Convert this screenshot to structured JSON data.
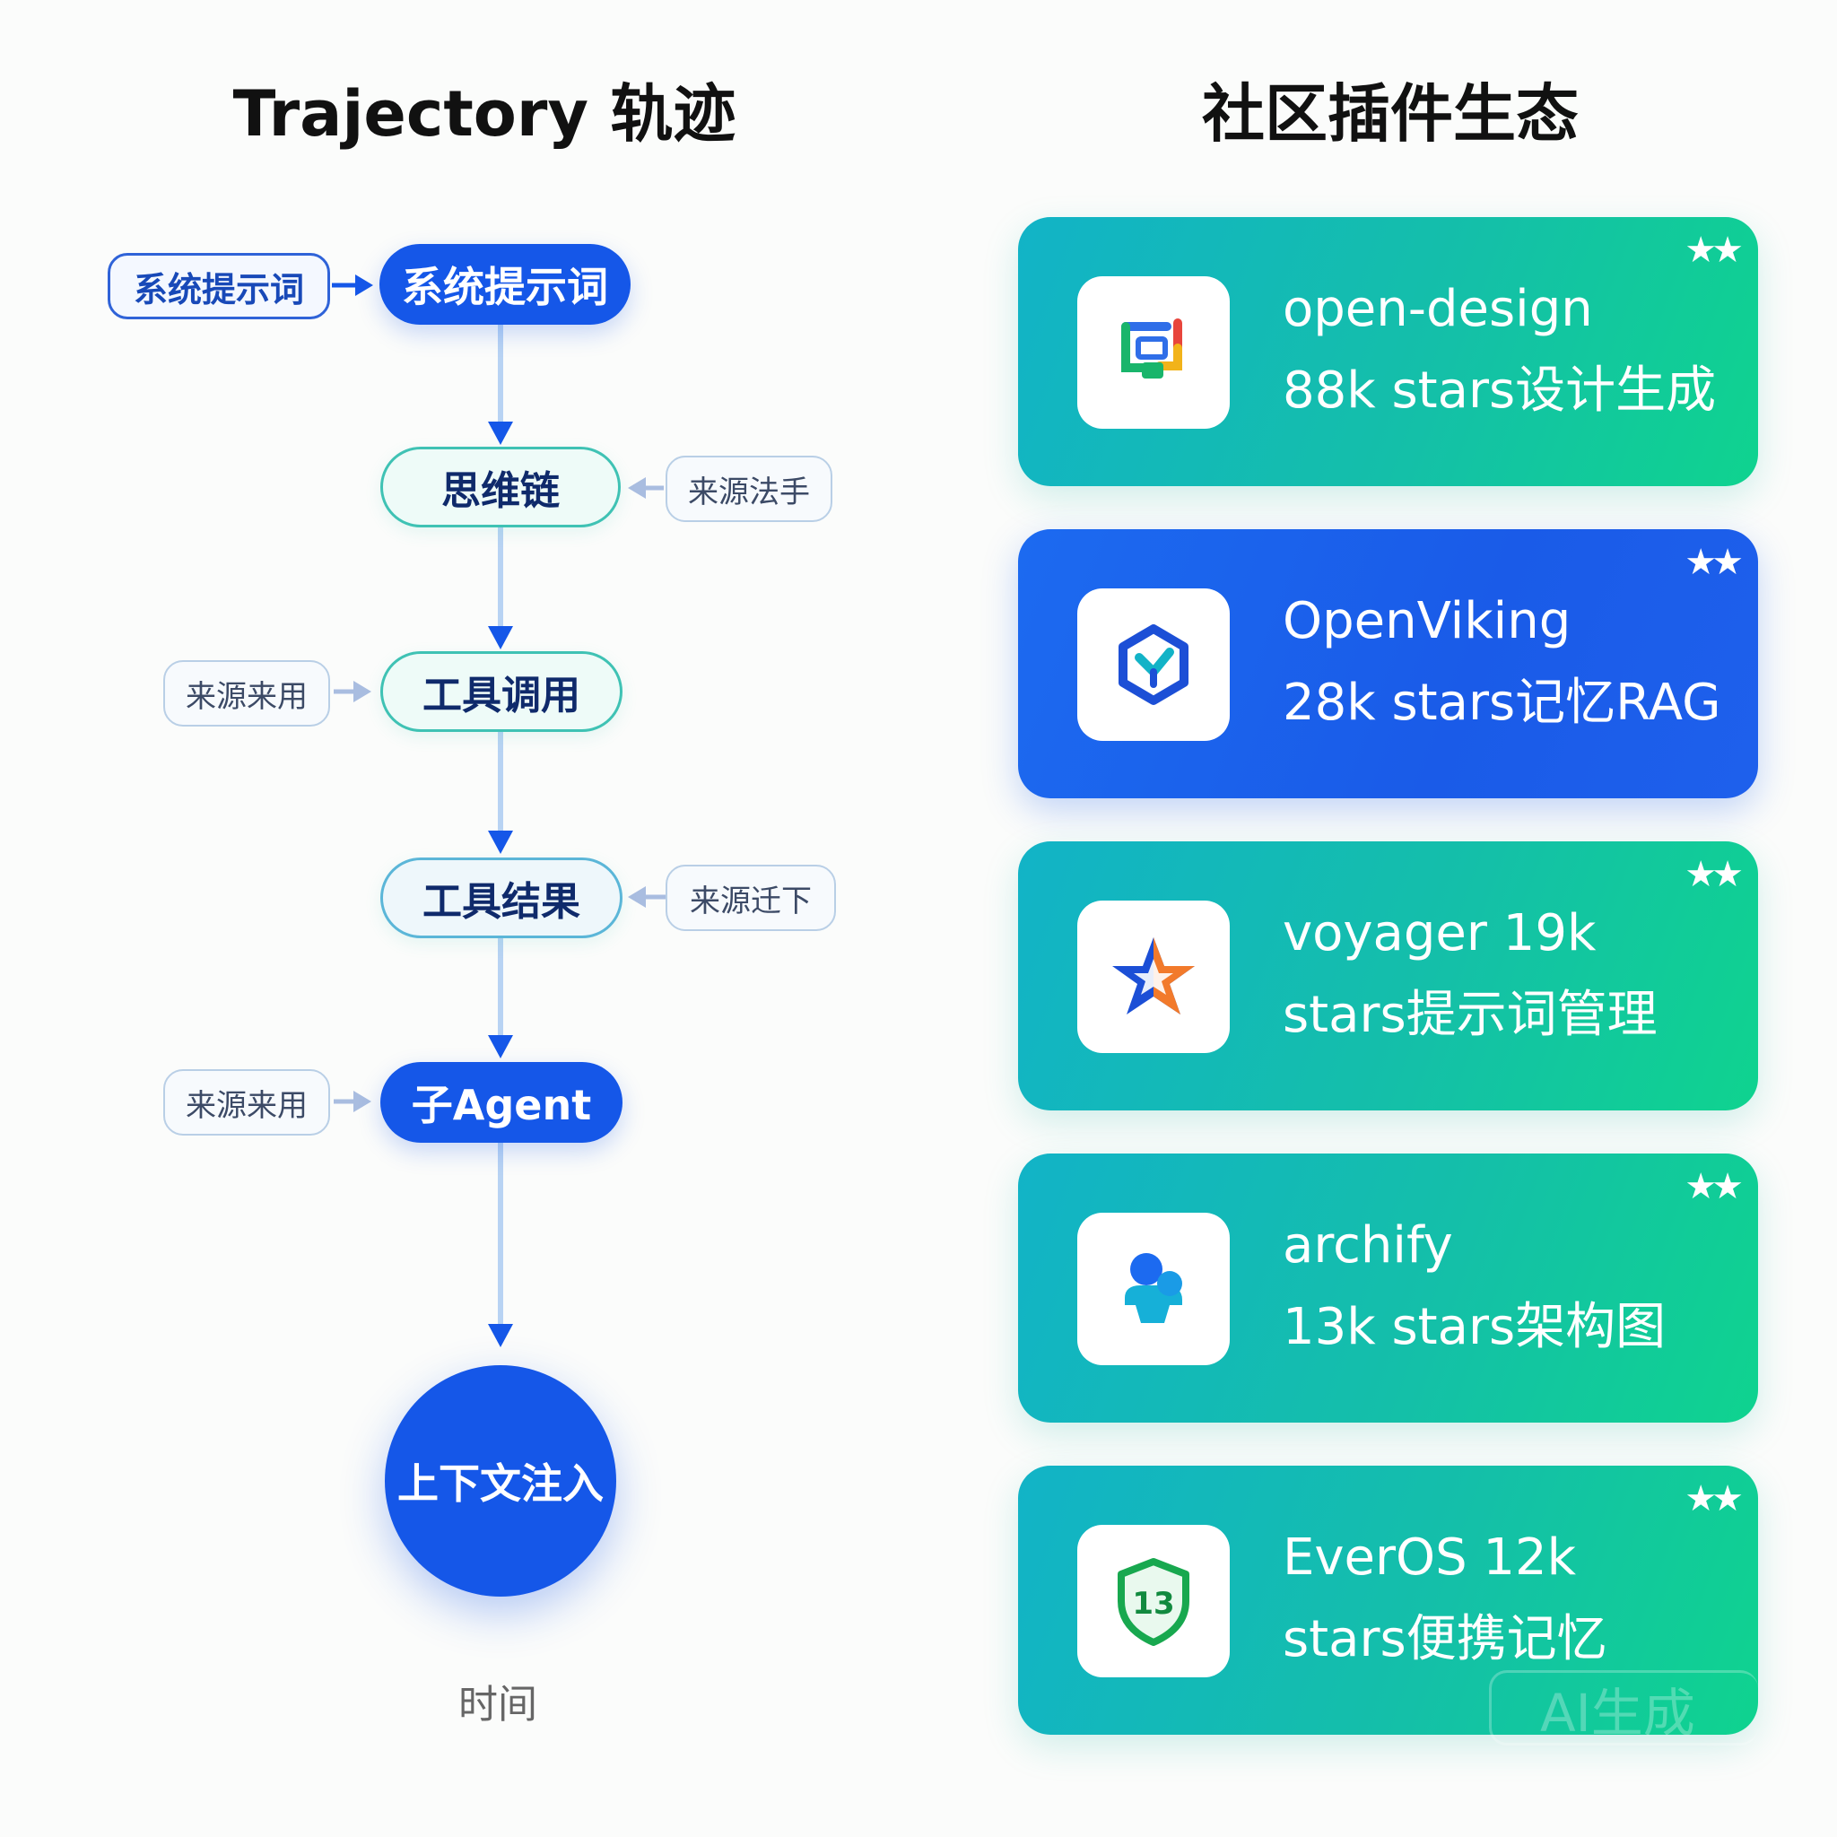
{
  "left_title": "Trajectory 轨迹",
  "right_title": "社区插件生态",
  "flow": {
    "nodes": [
      "系统提示词",
      "思维链",
      "工具调用",
      "工具结果",
      "子Agent"
    ],
    "final_node": "上下文注入",
    "axis_label": "时间"
  },
  "side_tags": {
    "system_source": "系统提示词",
    "cot_source": "来源法手",
    "tool_call_source": "来源来用",
    "tool_result_source": "来源迁下",
    "subagent_source": "来源来用"
  },
  "plugins": [
    {
      "line1": "open-design",
      "line2": "88k stars设计生成",
      "stars": "★★",
      "icon": "design-window-icon"
    },
    {
      "line1": "OpenViking",
      "line2": "28k stars记忆RAG",
      "stars": "★★",
      "icon": "viking-hexagon-icon"
    },
    {
      "line1": "voyager 19k",
      "line2": "stars提示词管理",
      "stars": "★★",
      "icon": "star-icon"
    },
    {
      "line1": "archify",
      "line2": "13k stars架构图",
      "stars": "★★",
      "icon": "architecture-figure-icon"
    },
    {
      "line1": "EverOS 12k",
      "line2": "stars便携记忆",
      "stars": "★★",
      "icon": "shield-13-icon"
    }
  ],
  "watermark": "AI生成",
  "colors": {
    "primary_blue": "#1557e8",
    "teal_border": "#3fc2b4",
    "card_teal_start": "#12b3c7",
    "card_teal_end": "#0fd38f",
    "card_blue": "#1c6af0"
  }
}
